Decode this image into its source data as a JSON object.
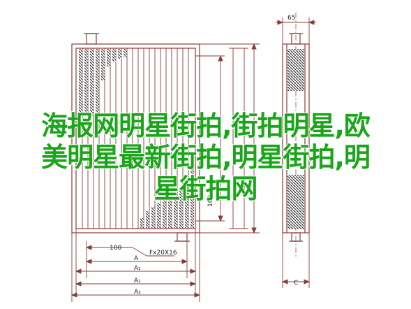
{
  "overlay": {
    "line1": "海报网明星街拍,街拍明星,欧",
    "line2": "美明星最新街拍,明星街拍,明",
    "line3": "星街拍网"
  },
  "dimensions": {
    "d_100_bottom": "100",
    "d_fx20x16": "Fx20X16",
    "d_a": "A",
    "d_a1": "A₁",
    "d_a2": "A₂",
    "d_a3": "A₃",
    "d_100_vertical": "100",
    "d_65": "65",
    "d_c": "C"
  },
  "colors": {
    "line": "#8b3a3a",
    "hatch": "#444444",
    "overlay_text": "#1aa61a"
  }
}
